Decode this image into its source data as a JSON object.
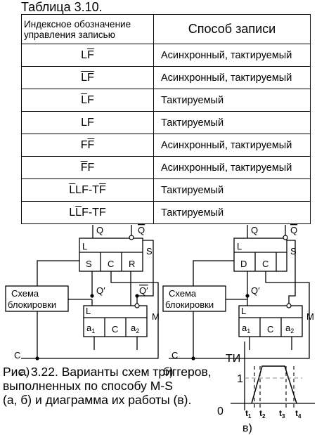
{
  "table_title": "Таблица 3.10.",
  "header": {
    "col1": "Индексное обозначение управления записью",
    "col2": "Способ записи"
  },
  "rows": [
    {
      "code_html": "L<span class=\"ov\">F</span>",
      "mode": "Асинхронный, тактируемый"
    },
    {
      "code_html": "<span class=\"ov\">LF</span>",
      "mode": "Асинхронный, тактируемый"
    },
    {
      "code_html": "<span class=\"ov\">L</span>F",
      "mode": "Тактируемый"
    },
    {
      "code_html": "LF",
      "mode": "Тактируемый"
    },
    {
      "code_html": "F<span class=\"ov\">F</span>",
      "mode": "Асинхронный, тактируемый"
    },
    {
      "code_html": "<span class=\"ov\">F</span>F",
      "mode": "Асинхронный, тактируемый"
    },
    {
      "code_html": "<span class=\"ov\">L</span>LF-T<span class=\"ov\">F</span>",
      "mode": "Тактируемый"
    },
    {
      "code_html": "L<span class=\"ov\">L</span>F-TF",
      "mode": "Тактируемый"
    }
  ],
  "figure": {
    "a": {
      "Q": "Q",
      "Qbar": "Q",
      "S_block": "S",
      "M_block": "M",
      "L_top": "L",
      "in1": "S",
      "in2": "C",
      "in3": "R",
      "Qp": "Q′",
      "Qpbar": "Q′",
      "block_line1": "Схема",
      "block_line2": "блокировки",
      "L_bot": "L",
      "a1": "a",
      "a1_sub": "1",
      "Cm": "C",
      "a2": "a",
      "a2_sub": "2",
      "C": "C",
      "label": "а)"
    },
    "b": {
      "Q": "Q",
      "Qbar": "Q",
      "S_block": "S",
      "M_block": "M",
      "L_top": "L",
      "in1": "D",
      "in2": "C",
      "Qp": "Q′",
      "block_line1": "Схема",
      "block_line2": "блокировки",
      "L_bot": "L",
      "a1": "a",
      "a1_sub": "1",
      "Cm": "C",
      "a2": "a",
      "a2_sub": "2",
      "C": "C",
      "label": "б)"
    },
    "timing": {
      "ti": "ТИ",
      "one": "1",
      "zero": "0",
      "t1": "t",
      "t2": "t",
      "t3": "t",
      "t4": "t",
      "s1": "1",
      "s2": "2",
      "s3": "3",
      "s4": "4",
      "label": "в)"
    }
  },
  "caption": "Рис. 3.22. Варианты схем триггеров,\nвыполненных по способу M-S\n(а, б) и диаграмма их работы (в)."
}
